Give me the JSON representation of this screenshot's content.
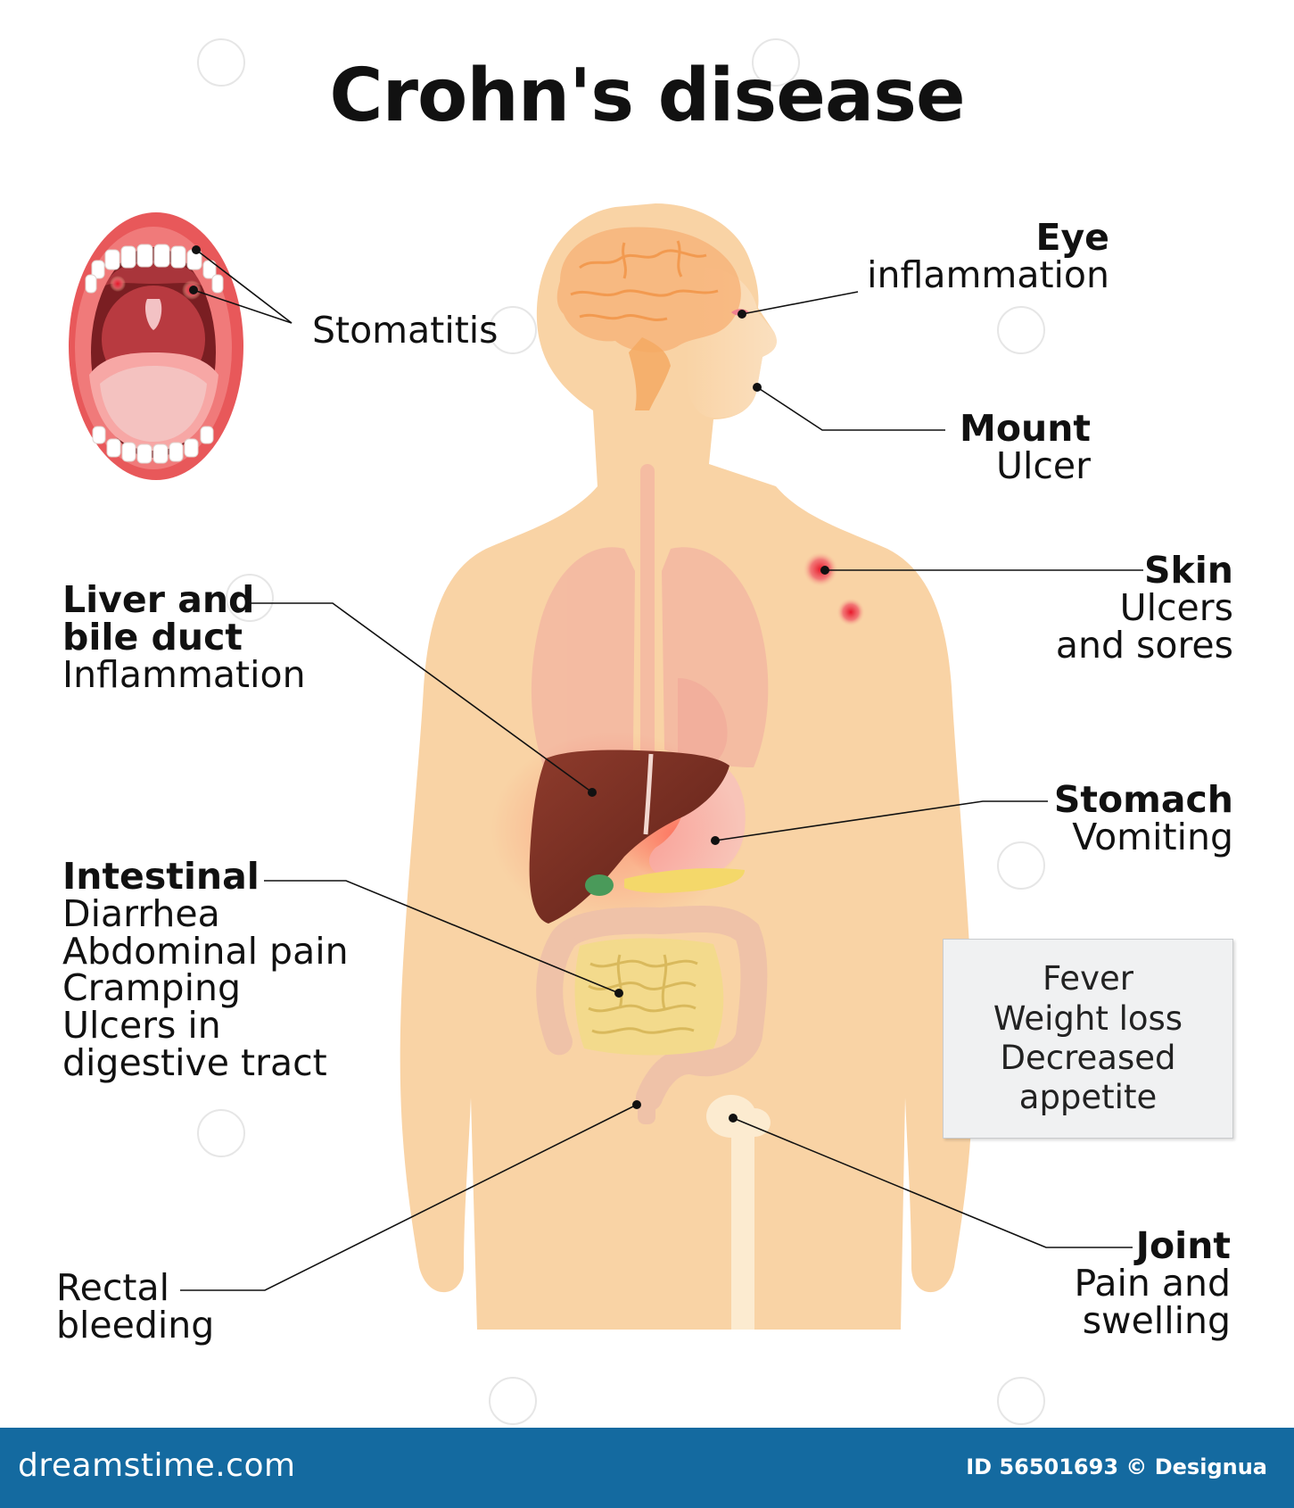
{
  "title": "Crohn's disease",
  "labels": {
    "stomatitis": "Stomatitis",
    "eye": {
      "heading": "Eye",
      "sub": "inflammation"
    },
    "mouth": {
      "heading": "Mount",
      "sub": "Ulcer"
    },
    "skin": {
      "heading": "Skin",
      "sub1": "Ulcers",
      "sub2": "and sores"
    },
    "liver": {
      "heading1": "Liver and",
      "heading2": "bile duct",
      "sub": "Inflammation"
    },
    "stomach": {
      "heading": "Stomach",
      "sub": "Vomiting"
    },
    "intestinal": {
      "heading": "Intestinal",
      "items": [
        "Diarrhea",
        "Abdominal pain",
        "Cramping",
        "Ulcers in",
        "digestive tract"
      ]
    },
    "rectal": {
      "line1": "Rectal",
      "line2": "bleeding"
    },
    "joint": {
      "heading": "Joint",
      "sub1": "Pain and",
      "sub2": "swelling"
    }
  },
  "general_symptoms": [
    "Fever",
    "Weight loss",
    "Decreased",
    "appetite"
  ],
  "footer": {
    "brand": "dreamstime.com",
    "meta": "ID 56501693 © Designua"
  },
  "colors": {
    "skin": "#f9d3a5",
    "footer": "#146aa0",
    "lips": "#e8585a",
    "liver": "#7a2e22",
    "intestine": "#f2d98a",
    "colon": "#eec3a6"
  }
}
